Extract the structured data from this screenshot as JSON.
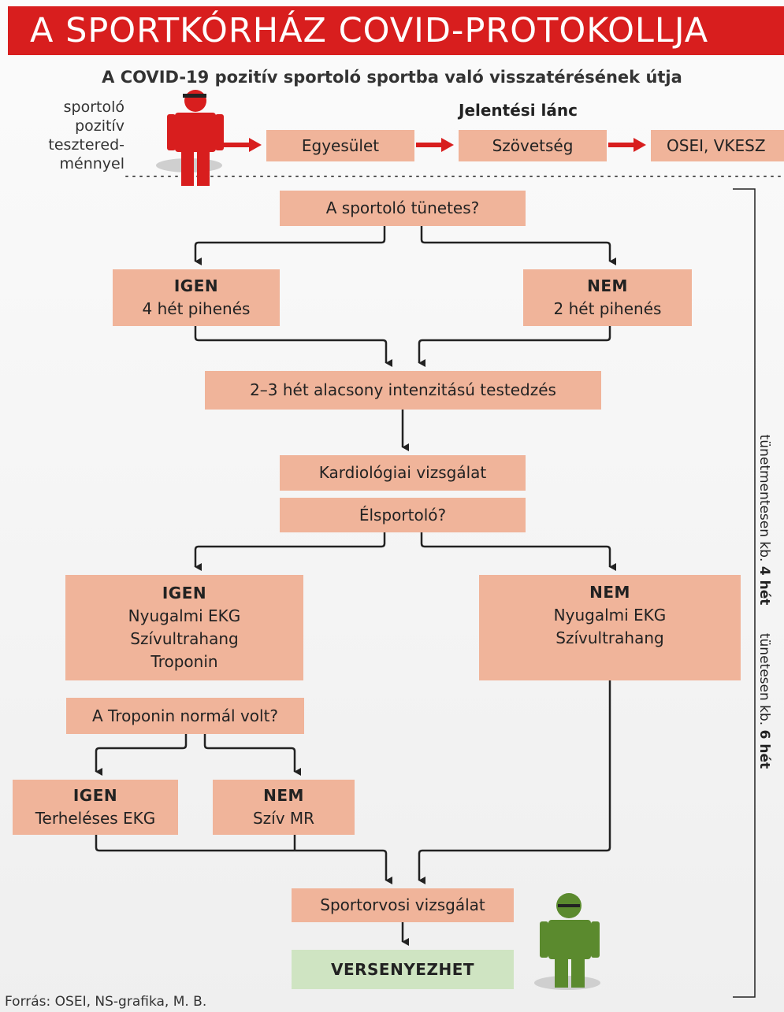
{
  "title": "A SPORTKÓRHÁZ COVID-PROTOKOLLJA",
  "subtitle": "A COVID-19 pozitív sportoló sportba való visszatérésének útja",
  "athlete_label": [
    "sportoló",
    "pozitív",
    "teszterеd-",
    "ménnyel"
  ],
  "reporting_chain": {
    "label": "Jelentési lánc",
    "steps": [
      "Egyesület",
      "Szövetség",
      "OSEI, VKESZ"
    ]
  },
  "flow": {
    "q_symptomatic": "A sportoló tünetes?",
    "yes_rest": {
      "head": "IGEN",
      "text": "4 hét pihenés"
    },
    "no_rest": {
      "head": "NEM",
      "text": "2 hét pihenés"
    },
    "low_intensity": "2–3 hét alacsony intenzitású testedzés",
    "cardio": "Kardiológiai vizsgálat",
    "q_elite": "Élsportoló?",
    "elite_yes": {
      "head": "IGEN",
      "lines": [
        "Nyugalmi EKG",
        "Szívultrahang",
        "Troponin"
      ]
    },
    "elite_no": {
      "head": "NEM",
      "lines": [
        "Nyugalmi EKG",
        "Szívultrahang"
      ]
    },
    "q_troponin": "A Troponin normál volt?",
    "trop_yes": {
      "head": "IGEN",
      "text": "Terheléses EKG"
    },
    "trop_no": {
      "head": "NEM",
      "text": "Szív MR"
    },
    "sports_doctor": "Sportorvosi vizsgálat",
    "final": "VERSENYEZHET"
  },
  "side_labels": {
    "asymptomatic": {
      "prefix": "tünetmentesen kb.",
      "bold": "4 hét"
    },
    "symptomatic": {
      "prefix": "tünetesen kb.",
      "bold": "6 hét"
    }
  },
  "source": "Forrás: OSEI, NS-grafika, M. B.",
  "colors": {
    "title_red": "#d81e1e",
    "box_salmon": "#f0b49a",
    "final_green": "#cfe4c2",
    "figure_red": "#d81e1e",
    "figure_green": "#5b8a2e"
  }
}
